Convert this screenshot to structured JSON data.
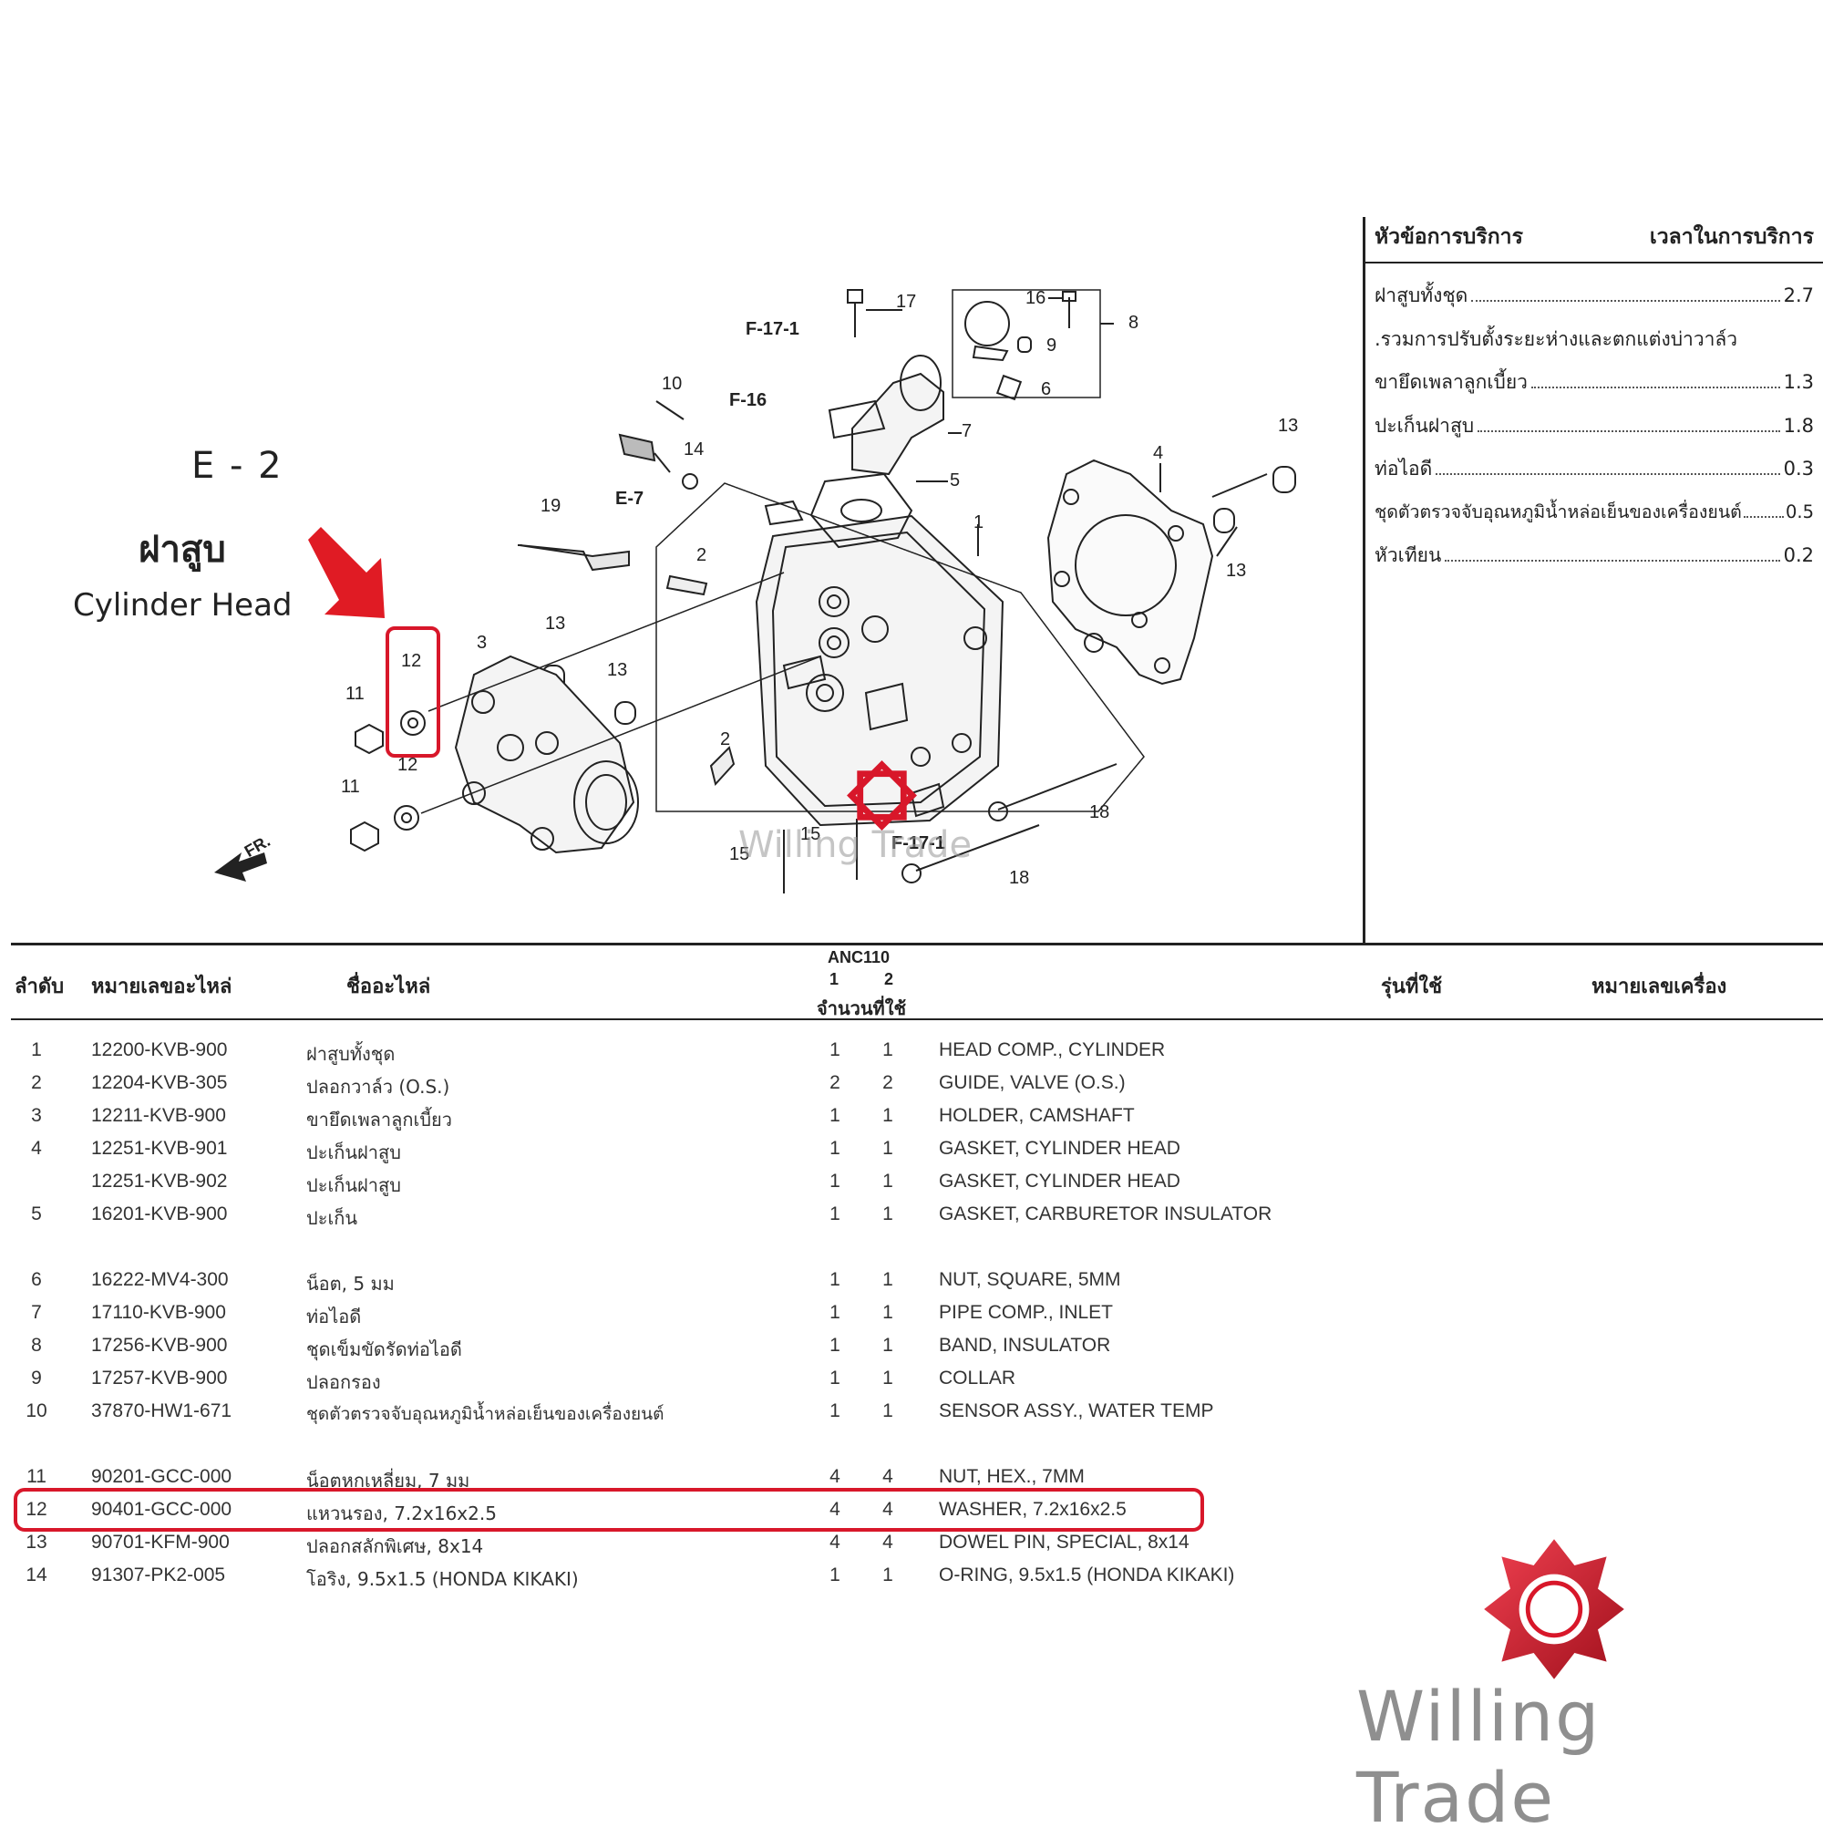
{
  "page": {
    "code": "E - 2",
    "title_th": "ฝาสูบ",
    "title_en": "Cylinder Head"
  },
  "diagram": {
    "refs": [
      "F-17-1",
      "F-16",
      "E-7",
      "F-17-1"
    ],
    "callouts": [
      "17",
      "16",
      "8",
      "9",
      "6",
      "7",
      "5",
      "10",
      "14",
      "13",
      "4",
      "1",
      "13",
      "19",
      "2",
      "13",
      "13",
      "3",
      "12",
      "11",
      "12",
      "11",
      "2",
      "18",
      "15",
      "15",
      "18"
    ],
    "front_marker": "FR.",
    "watermark": "Willing Trade"
  },
  "service_times": {
    "header_item": "หัวข้อการบริการ",
    "header_time": "เวลาในการบริการ",
    "rows": [
      {
        "name": "ฝาสูบทั้งชุด",
        "time": "2.7"
      },
      {
        "name": ".รวมการปรับตั้งระยะห่างและตกแต่งบ่าวาล์ว",
        "time": ""
      },
      {
        "name": "ขายึดเพลาลูกเบี้ยว",
        "time": "1.3"
      },
      {
        "name": "ปะเก็นฝาสูบ",
        "time": "1.8"
      },
      {
        "name": "ท่อไอดี",
        "time": "0.3"
      },
      {
        "name": "ชุดตัวตรวจจับอุณหภูมิน้ำหล่อเย็นของเครื่องยนต์",
        "time": "0.5"
      },
      {
        "name": "หัวเทียน",
        "time": "0.2"
      }
    ]
  },
  "parts_table": {
    "headers": {
      "no": "ลำดับ",
      "part_number": "หมายเลขอะไหล่",
      "name": "ชื่ออะไหล่",
      "model": "ANC110",
      "qty1": "1",
      "qty2": "2",
      "qty": "จำนวนที่ใช้",
      "applicable": "รุ่นที่ใช้",
      "engine_no": "หมายเลขเครื่อง"
    },
    "rows": [
      {
        "no": "1",
        "pn": "12200-KVB-900",
        "name_th": "ฝาสูบทั้งชุด",
        "q1": "1",
        "q2": "1",
        "name_en": "HEAD COMP., CYLINDER"
      },
      {
        "no": "2",
        "pn": "12204-KVB-305",
        "name_th": "ปลอกวาล์ว (O.S.)",
        "q1": "2",
        "q2": "2",
        "name_en": "GUIDE, VALVE (O.S.)"
      },
      {
        "no": "3",
        "pn": "12211-KVB-900",
        "name_th": "ขายึดเพลาลูกเบี้ยว",
        "q1": "1",
        "q2": "1",
        "name_en": "HOLDER, CAMSHAFT"
      },
      {
        "no": "4",
        "pn": "12251-KVB-901",
        "name_th": "ปะเก็นฝาสูบ",
        "q1": "1",
        "q2": "1",
        "name_en": "GASKET, CYLINDER HEAD"
      },
      {
        "no": "",
        "pn": "12251-KVB-902",
        "name_th": "ปะเก็นฝาสูบ",
        "q1": "1",
        "q2": "1",
        "name_en": "GASKET, CYLINDER HEAD"
      },
      {
        "no": "5",
        "pn": "16201-KVB-900",
        "name_th": "ปะเก็น",
        "q1": "1",
        "q2": "1",
        "name_en": "GASKET, CARBURETOR INSULATOR"
      },
      {
        "no": "6",
        "pn": "16222-MV4-300",
        "name_th": "น็อต, 5 มม",
        "q1": "1",
        "q2": "1",
        "name_en": "NUT, SQUARE, 5MM"
      },
      {
        "no": "7",
        "pn": "17110-KVB-900",
        "name_th": "ท่อไอดี",
        "q1": "1",
        "q2": "1",
        "name_en": "PIPE COMP., INLET"
      },
      {
        "no": "8",
        "pn": "17256-KVB-900",
        "name_th": "ชุดเข็มขัดรัดท่อไอดี",
        "q1": "1",
        "q2": "1",
        "name_en": "BAND, INSULATOR"
      },
      {
        "no": "9",
        "pn": "17257-KVB-900",
        "name_th": "ปลอกรอง",
        "q1": "1",
        "q2": "1",
        "name_en": "COLLAR"
      },
      {
        "no": "10",
        "pn": "37870-HW1-671",
        "name_th": "ชุดตัวตรวจจับอุณหภูมิน้ำหล่อเย็นของเครื่องยนต์",
        "q1": "1",
        "q2": "1",
        "name_en": "SENSOR ASSY., WATER TEMP"
      },
      {
        "no": "11",
        "pn": "90201-GCC-000",
        "name_th": "น็อตหกเหลี่ยม, 7 มม",
        "q1": "4",
        "q2": "4",
        "name_en": "NUT, HEX., 7MM"
      },
      {
        "no": "12",
        "pn": "90401-GCC-000",
        "name_th": "แหวนรอง, 7.2x16x2.5",
        "q1": "4",
        "q2": "4",
        "name_en": "WASHER, 7.2x16x2.5"
      },
      {
        "no": "13",
        "pn": "90701-KFM-900",
        "name_th": "ปลอกสลักพิเศษ, 8x14",
        "q1": "4",
        "q2": "4",
        "name_en": "DOWEL PIN, SPECIAL, 8x14"
      },
      {
        "no": "14",
        "pn": "91307-PK2-005",
        "name_th": "โอริง, 9.5x1.5 (HONDA KIKAKI)",
        "q1": "1",
        "q2": "1",
        "name_en": "O-RING, 9.5x1.5 (HONDA KIKAKI)"
      }
    ]
  },
  "brand": {
    "logo_text": "Willing Trade",
    "accent_color": "#d8172a"
  }
}
